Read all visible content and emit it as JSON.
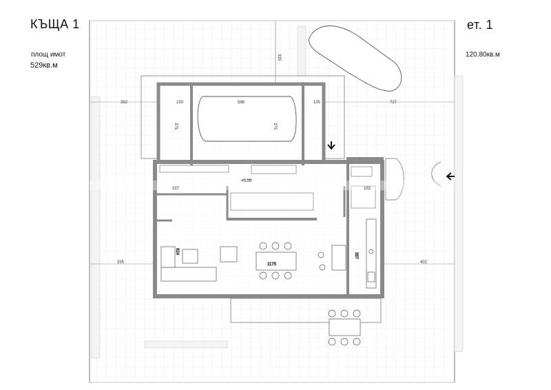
{
  "header": {
    "title": "КЪЩА 1",
    "floor": "ет. 1",
    "plot_label": "площ имот",
    "plot_value": "529кв.м",
    "floor_area": "120.80кв.м"
  },
  "plan": {
    "dimensions": {
      "top_left_width": "392",
      "top_right_width": "727",
      "left_setback": "335",
      "right_setback": "402",
      "top_depth": "333",
      "pool_length": "588",
      "pool_width": "375",
      "garage_width": "105",
      "room_150": "150",
      "room_375": "375",
      "living_length": "1175",
      "living_depth": "624",
      "kitchen_depth": "387",
      "stair": "163",
      "wc_width": "157",
      "hall_level": "+0.00"
    },
    "colors": {
      "wall": "#8a8a8a",
      "paving": "#d6d6d6",
      "line": "#444444"
    }
  }
}
